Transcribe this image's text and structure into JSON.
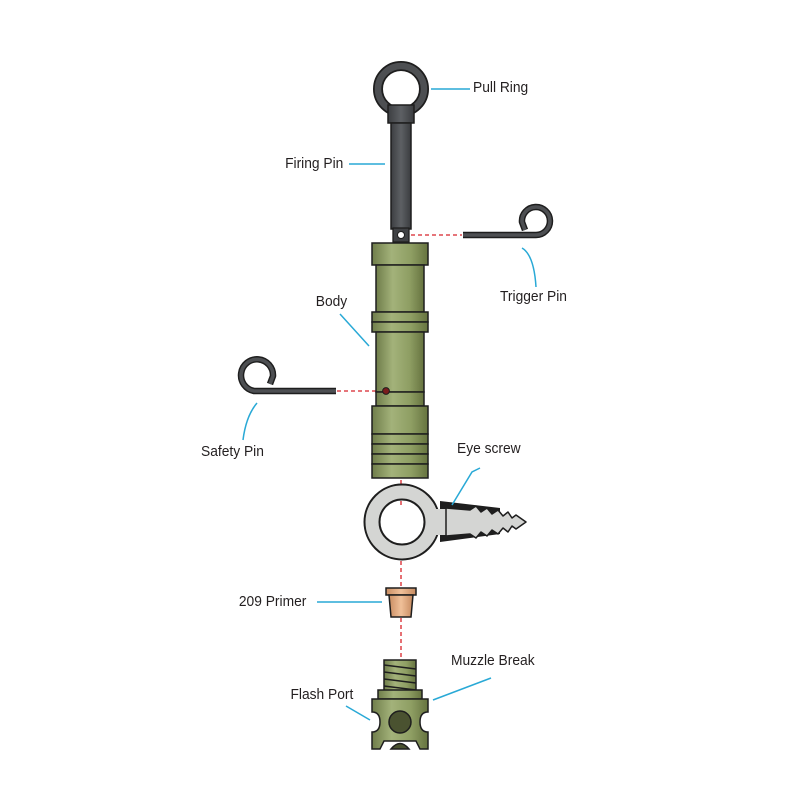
{
  "labels": {
    "pull_ring": "Pull Ring",
    "firing_pin": "Firing Pin",
    "trigger_pin": "Trigger Pin",
    "body": "Body",
    "safety_pin": "Safety Pin",
    "eye_screw": "Eye screw",
    "primer": "209 Primer",
    "muzzle_break": "Muzzle Break",
    "flash_port": "Flash Port"
  },
  "colors": {
    "leader_line": "#29a9d6",
    "alignment_line": "#d8232a",
    "body_green": "#8e9e63",
    "body_shade": "#6f7d4a",
    "pin_dark": "#4d4f52",
    "eye_screw_gray": "#d4d5d3",
    "primer_tan": "#e2a97e",
    "outline": "#1e1e1e"
  }
}
